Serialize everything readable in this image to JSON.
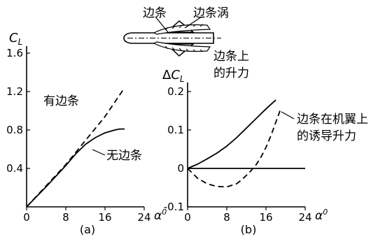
{
  "diagram": {
    "labels": [
      "边条",
      "边条涡"
    ]
  },
  "chart_data": [
    {
      "id": "a",
      "type": "line",
      "panel_label": "(a)",
      "ylabel_main": "C",
      "ylabel_sub": "L",
      "xlabel_main": "α",
      "xlabel_sup": "0",
      "xlim": [
        0,
        24
      ],
      "ylim": [
        0,
        1.6
      ],
      "xticks": [
        0,
        8,
        16,
        24
      ],
      "yticks": [
        0.4,
        0.8,
        1.2,
        1.6
      ],
      "xtick_labels": [
        "0",
        "8",
        "16",
        "24"
      ],
      "ytick_labels": [
        "0.4",
        "0.8",
        "1.2",
        "1.6"
      ],
      "grid": false,
      "series": [
        {
          "name": "有边条",
          "style": "dashed",
          "x": [
            0,
            4,
            8,
            12,
            16,
            20
          ],
          "y": [
            0,
            0.22,
            0.44,
            0.69,
            0.94,
            1.24
          ]
        },
        {
          "name": "无边条",
          "style": "solid",
          "x": [
            0,
            4,
            8,
            10,
            12,
            14,
            16,
            18,
            19,
            20
          ],
          "y": [
            0,
            0.21,
            0.43,
            0.55,
            0.65,
            0.72,
            0.77,
            0.8,
            0.81,
            0.81
          ]
        }
      ]
    },
    {
      "id": "b",
      "type": "line",
      "panel_label": "(b)",
      "ylabel_prefix": "Δ",
      "ylabel_main": "C",
      "ylabel_sub": "L",
      "xlabel_main": "α",
      "xlabel_sup": "0",
      "xlim": [
        0,
        24
      ],
      "ylim": [
        -0.1,
        0.2
      ],
      "xticks": [
        0,
        8,
        16,
        24
      ],
      "yticks": [
        -0.1,
        0,
        0.1,
        0.2
      ],
      "xtick_labels": [
        "0",
        "8",
        "16",
        "24"
      ],
      "ytick_labels": [
        "-0.1",
        "0",
        "0.1",
        "0.2"
      ],
      "grid": false,
      "series": [
        {
          "name": [
            "边条上",
            "的升力"
          ],
          "style": "solid",
          "x": [
            0,
            2,
            4,
            6,
            8,
            10,
            12,
            14,
            16,
            18
          ],
          "y": [
            0,
            0.011,
            0.025,
            0.04,
            0.058,
            0.08,
            0.105,
            0.13,
            0.155,
            0.178
          ]
        },
        {
          "name": [
            "边条在机翼上",
            "的诱导升力"
          ],
          "style": "dashed",
          "x": [
            0,
            2,
            4,
            6,
            8,
            10,
            11,
            12,
            13,
            14,
            15,
            16,
            17,
            18,
            19
          ],
          "y": [
            0,
            -0.025,
            -0.04,
            -0.047,
            -0.048,
            -0.04,
            -0.03,
            -0.018,
            -0.005,
            0.01,
            0.03,
            0.055,
            0.085,
            0.12,
            0.155
          ]
        },
        {
          "name": "",
          "style": "solid",
          "x": [
            0,
            24
          ],
          "y": [
            0,
            0
          ]
        }
      ]
    }
  ]
}
